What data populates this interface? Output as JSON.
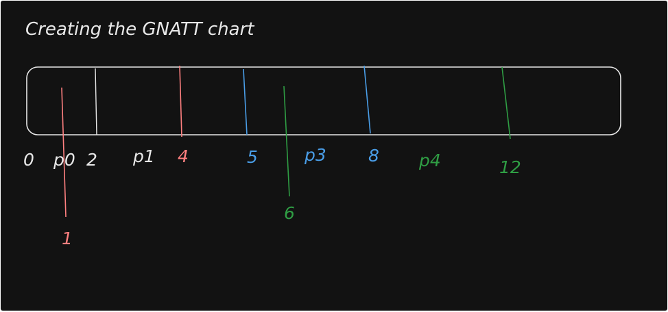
{
  "title": "Creating the GNATT chart",
  "colors": {
    "background": "#121212",
    "white": "#e8e8e8",
    "red": "#ff8080",
    "blue": "#4a9ee8",
    "green": "#2f9e44"
  },
  "gantt": {
    "time_labels": [
      {
        "text": "0",
        "color": "white"
      },
      {
        "text": "2",
        "color": "white"
      },
      {
        "text": "4",
        "color": "red"
      },
      {
        "text": "5",
        "color": "blue"
      },
      {
        "text": "8",
        "color": "blue"
      },
      {
        "text": "12",
        "color": "green"
      },
      {
        "text": "1",
        "color": "red"
      },
      {
        "text": "6",
        "color": "green"
      }
    ],
    "process_labels": [
      {
        "text": "p0",
        "color": "white"
      },
      {
        "text": "p1",
        "color": "white"
      },
      {
        "text": "p3",
        "color": "blue"
      },
      {
        "text": "p4",
        "color": "green"
      }
    ]
  }
}
